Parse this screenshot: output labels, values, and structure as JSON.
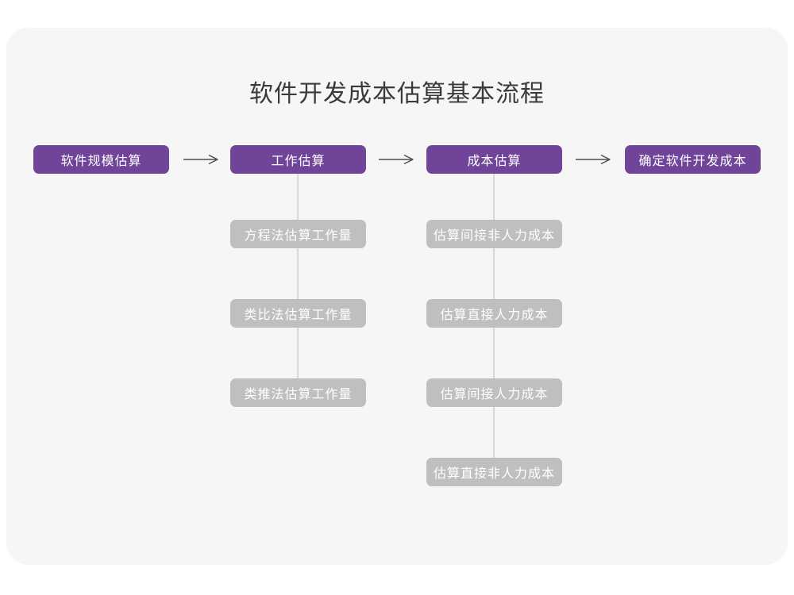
{
  "diagram": {
    "title": "软件开发成本估算基本流程",
    "main_flow": [
      {
        "id": "software-size-estimation",
        "label": "软件规模估算"
      },
      {
        "id": "effort-estimation",
        "label": "工作估算"
      },
      {
        "id": "cost-estimation",
        "label": "成本估算"
      },
      {
        "id": "final-development-cost",
        "label": "确定软件开发成本"
      }
    ],
    "effort_estimation_methods": [
      {
        "label": "方程法估算工作量"
      },
      {
        "label": "类比法估算工作量"
      },
      {
        "label": "类推法估算工作量"
      }
    ],
    "cost_estimation_steps": [
      {
        "label": "估算间接非人力成本"
      },
      {
        "label": "估算直接人力成本"
      },
      {
        "label": "估算间接人力成本"
      },
      {
        "label": "估算直接非人力成本"
      }
    ],
    "colors": {
      "primary_node": "#6f4499",
      "secondary_node": "#bfbfbf",
      "card_background": "#f6f6f7",
      "page_background": "#ffffff",
      "arrow": "#4d4d4d",
      "connector": "#d8d8d8",
      "title_text": "#3a3a3a",
      "node_text": "#ffffff"
    }
  }
}
